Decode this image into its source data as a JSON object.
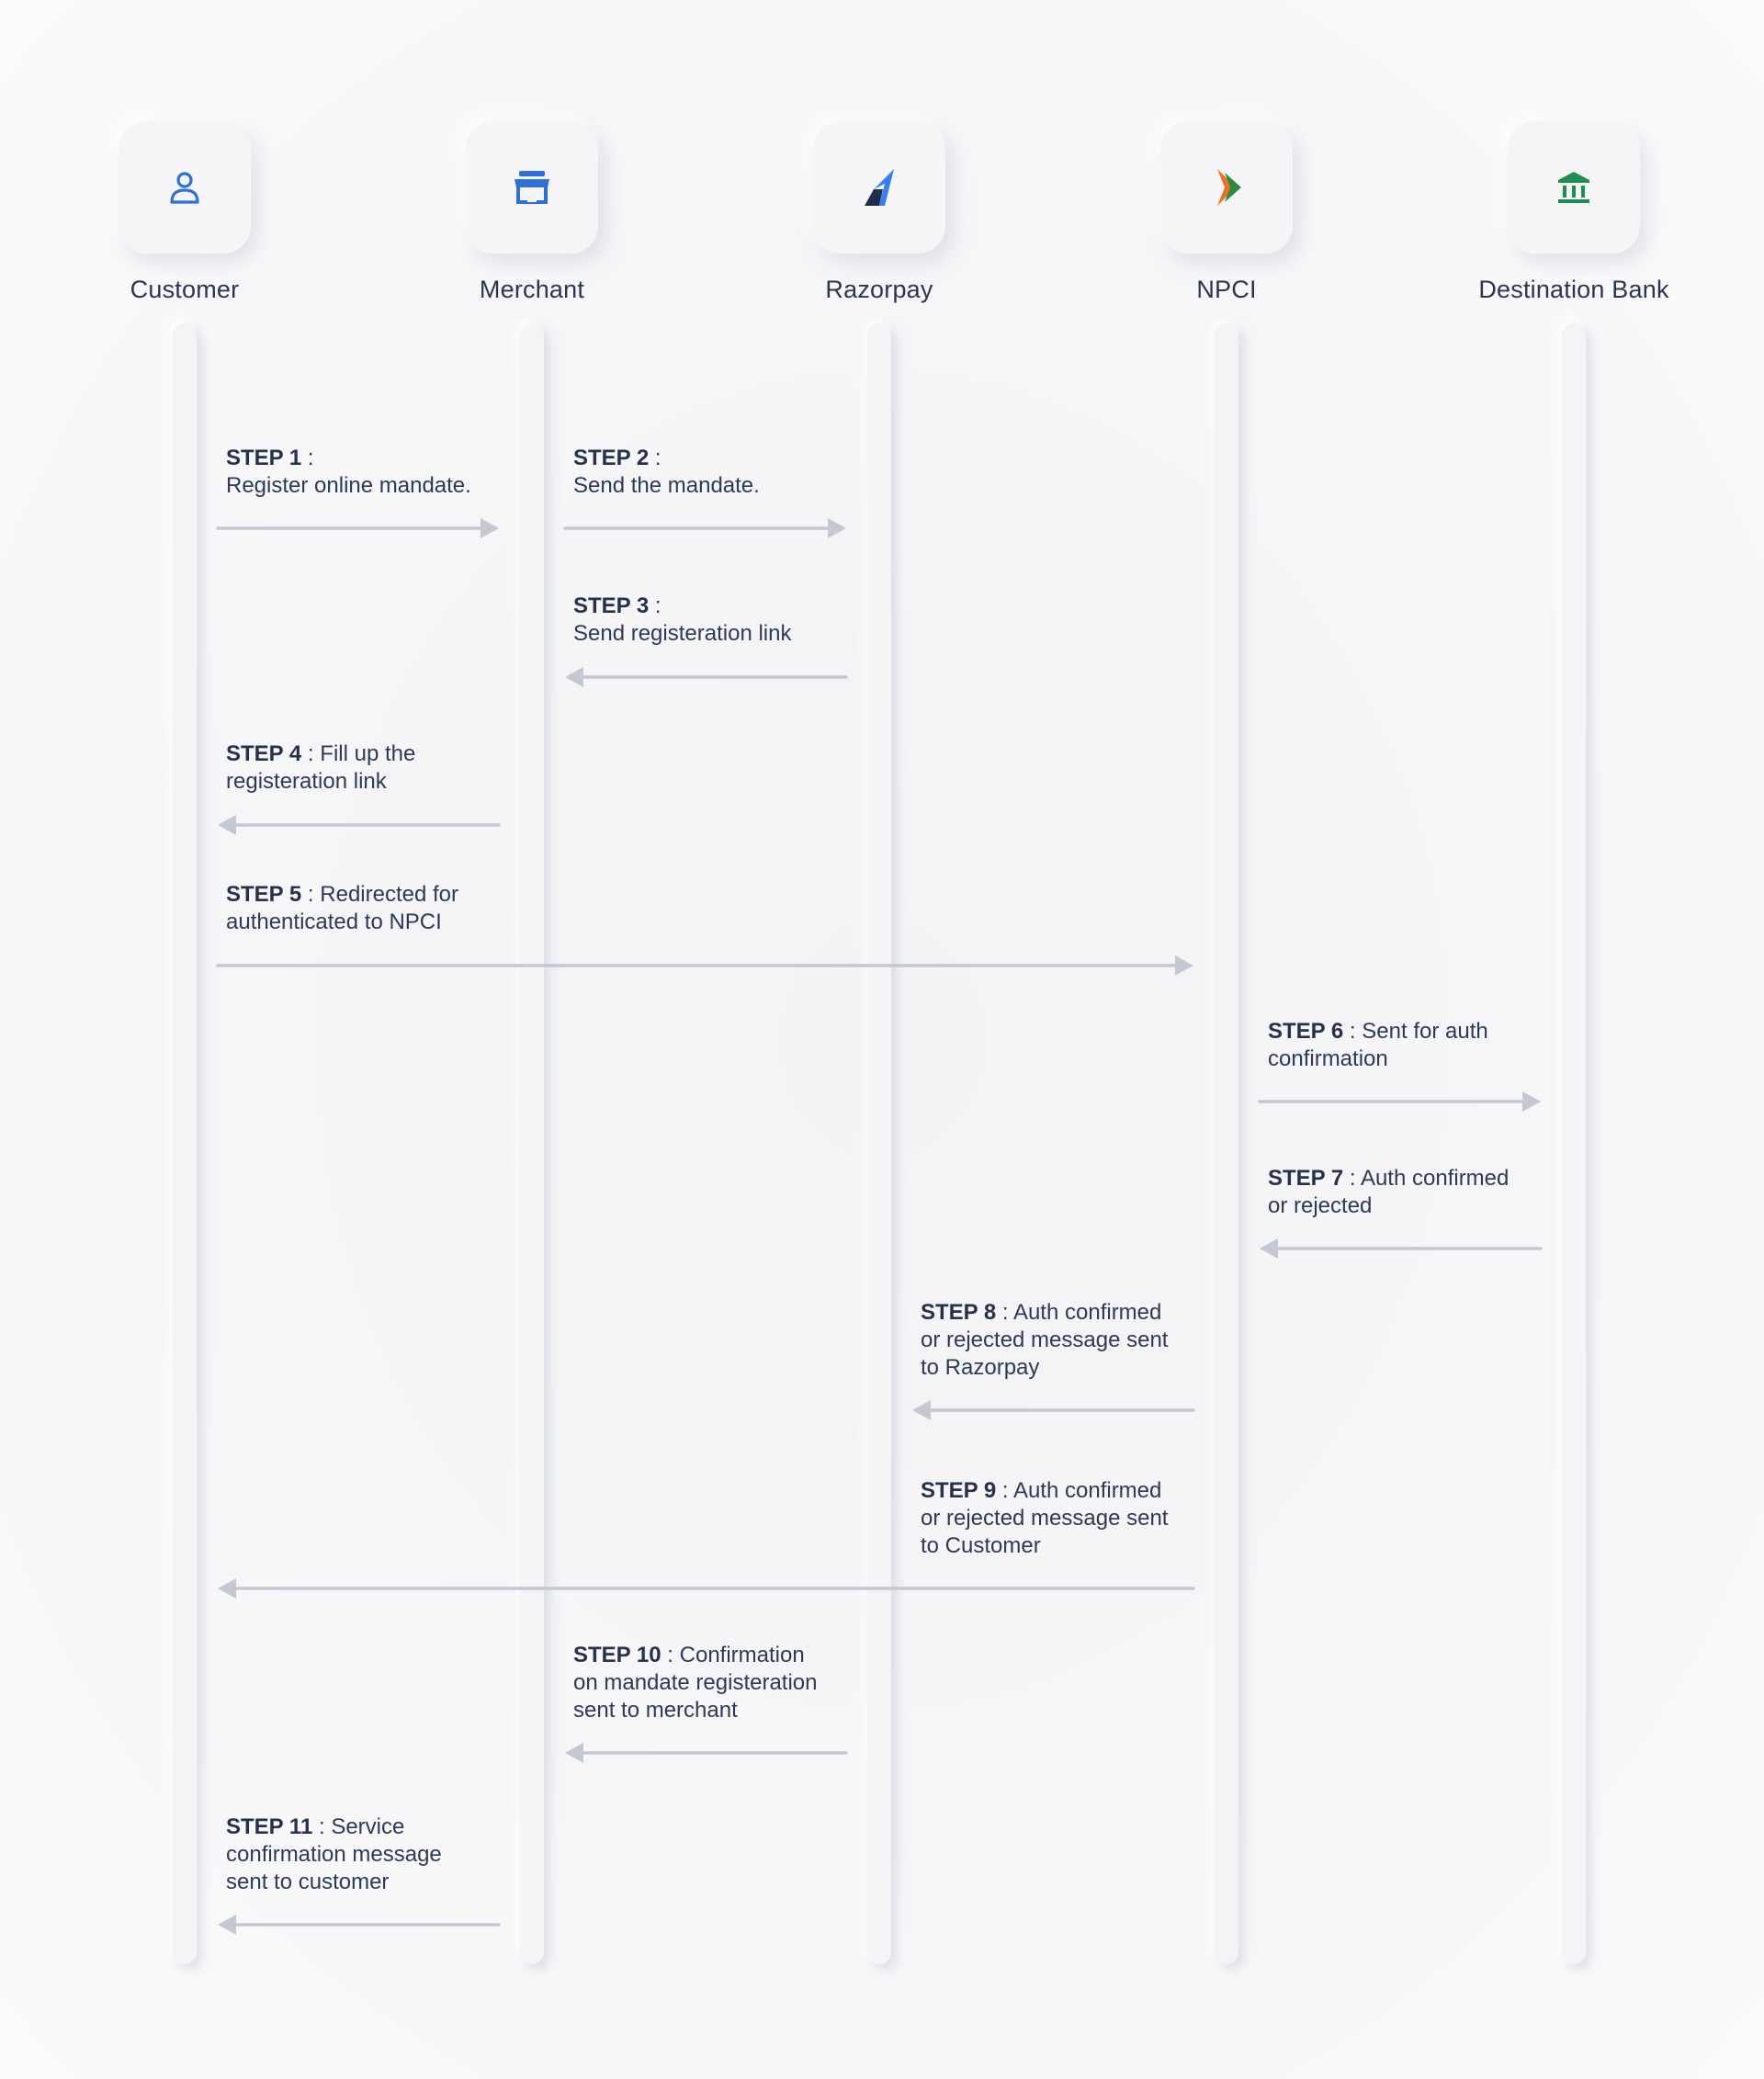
{
  "actors": [
    {
      "label": "Customer",
      "icon": "user-icon"
    },
    {
      "label": "Merchant",
      "icon": "store-icon"
    },
    {
      "label": "Razorpay",
      "icon": "razorpay-logo-icon"
    },
    {
      "label": "NPCI",
      "icon": "npci-logo-icon"
    },
    {
      "label": "Destination Bank",
      "icon": "bank-icon"
    }
  ],
  "steps": [
    {
      "id": "STEP 1",
      "sep": " :",
      "lines": [
        "",
        "Register online mandate."
      ],
      "from": 0,
      "to": 1
    },
    {
      "id": "STEP 2",
      "sep": " :",
      "lines": [
        "",
        "Send the mandate."
      ],
      "from": 1,
      "to": 2
    },
    {
      "id": "STEP 3",
      "sep": " :",
      "lines": [
        "",
        "Send registeration link"
      ],
      "from": 2,
      "to": 1
    },
    {
      "id": "STEP 4",
      "sep": " : ",
      "lines": [
        "Fill up the",
        "registeration link"
      ],
      "from": 1,
      "to": 0
    },
    {
      "id": "STEP 5",
      "sep": " : ",
      "lines": [
        "Redirected for",
        "authenticated to NPCI"
      ],
      "from": 0,
      "to": 3
    },
    {
      "id": "STEP 6",
      "sep": " : ",
      "lines": [
        "Sent for auth",
        "confirmation"
      ],
      "from": 3,
      "to": 4
    },
    {
      "id": "STEP 7",
      "sep": " : ",
      "lines": [
        "Auth confirmed",
        "or rejected"
      ],
      "from": 4,
      "to": 3
    },
    {
      "id": "STEP 8",
      "sep": " : ",
      "lines": [
        "Auth confirmed",
        "or rejected message sent",
        "to Razorpay"
      ],
      "from": 3,
      "to": 2
    },
    {
      "id": "STEP 9",
      "sep": " : ",
      "lines": [
        "Auth confirmed",
        "or rejected message sent",
        "to Customer"
      ],
      "from": 3,
      "to": 0
    },
    {
      "id": "STEP 10",
      "sep": " : ",
      "lines": [
        "Confirmation",
        "on mandate registeration",
        "sent to merchant"
      ],
      "from": 2,
      "to": 1
    },
    {
      "id": "STEP 11",
      "sep": " : ",
      "lines": [
        "Service",
        "confirmation message",
        "sent to customer"
      ],
      "from": 1,
      "to": 0
    }
  ],
  "colors": {
    "text": "#2b3550",
    "arrow": "#c3c8d3",
    "user_icon": "#2f6fd6",
    "store_icon": "#2f6fd6",
    "bank_icon": "#1e8f4e",
    "razorpay_dark": "#1f2d4d",
    "razorpay_blue": "#3a7ff2",
    "npci_orange": "#e9702a",
    "npci_green": "#2e8b3e"
  }
}
